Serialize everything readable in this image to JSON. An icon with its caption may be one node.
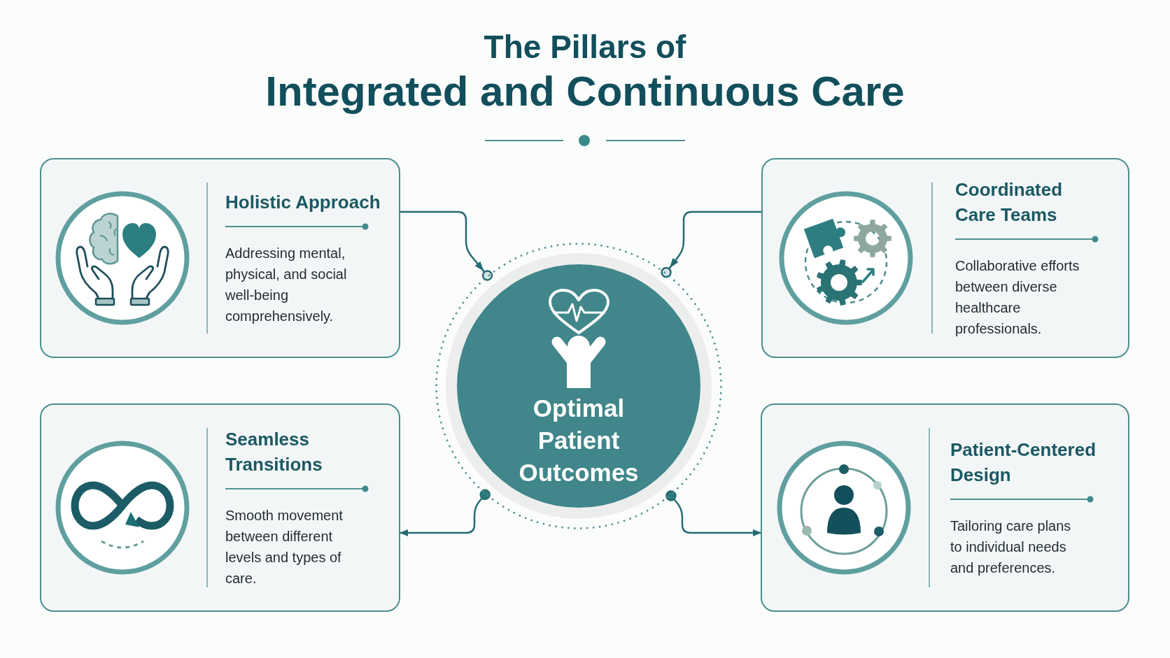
{
  "diagram": {
    "title": "The Pillars of Integrated and Continuous Care",
    "nodes": [
      {
        "text": [
          "Holistic Approach",
          "Addressing mental, physical, and social well-being comprehensively."
        ]
      },
      {
        "text": [
          "Coordinated Care Teams",
          "Collaborative efforts between diverse healthcare professionals."
        ]
      },
      {
        "text": [
          "Optimal Patient Outcomes"
        ]
      },
      {
        "text": [
          "Seamless Transitions",
          "Smooth movement between different levels and types of care."
        ]
      },
      {
        "text": [
          "Patient-Centered Design",
          "Tailoring care plans to individual needs and preferences."
        ]
      }
    ],
    "edges": [
      {
        "from": 0,
        "to": 2,
        "arrow": "to"
      },
      {
        "from": 1,
        "to": 2,
        "arrow": "to"
      },
      {
        "from": 2,
        "to": 3,
        "arrow": "to"
      },
      {
        "from": 2,
        "to": 4,
        "arrow": "to"
      }
    ]
  }
}
